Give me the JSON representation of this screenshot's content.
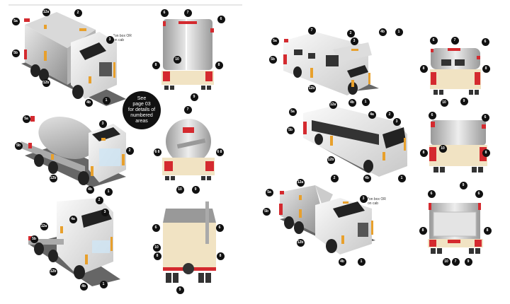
{
  "see_note": {
    "lines": [
      "See",
      "page 03",
      "for details of",
      "numbered",
      "areas"
    ]
  },
  "box_note": "*on box OR on cab",
  "panels": [
    {
      "name": "box-truck-side",
      "callouts": [
        "5a",
        "12a",
        "2",
        "3",
        "5b",
        "12b",
        "4b",
        "1"
      ]
    },
    {
      "name": "box-truck-rear",
      "callouts": [
        "6",
        "7",
        "6",
        "8",
        "10",
        "8",
        "9"
      ]
    },
    {
      "name": "mixer-side",
      "callouts": [
        "5a",
        "3",
        "5b",
        "2",
        "12b",
        "4b",
        "1"
      ]
    },
    {
      "name": "mixer-rear",
      "callouts": [
        "7",
        "6 8",
        "6 8",
        "10",
        "9"
      ]
    },
    {
      "name": "tractor-side",
      "callouts": [
        "2",
        "12a",
        "4a",
        "5b",
        "12b",
        "4b",
        "1",
        "3"
      ]
    },
    {
      "name": "tractor-rear",
      "callouts": [
        "6",
        "6",
        "8",
        "8",
        "10",
        "9"
      ]
    },
    {
      "name": "rv-side",
      "callouts": [
        "7",
        "2",
        "3",
        "5a",
        "5b",
        "12b",
        "4b",
        "1",
        "4b",
        "1"
      ]
    },
    {
      "name": "rv-rear",
      "callouts": [
        "6",
        "7",
        "6",
        "8",
        "8",
        "10",
        "9"
      ]
    },
    {
      "name": "bus-side",
      "callouts": [
        "5a",
        "12a",
        "4a",
        "2",
        "3",
        "5b",
        "12b",
        "4b",
        "1"
      ]
    },
    {
      "name": "bus-rear",
      "callouts": [
        "6",
        "6",
        "8",
        "8",
        "10",
        "9"
      ]
    },
    {
      "name": "dump-truck-side",
      "callouts": [
        "12a",
        "2",
        "5a",
        "3",
        "5b",
        "12b",
        "4b",
        "1"
      ]
    },
    {
      "name": "dump-truck-rear",
      "callouts": [
        "6",
        "6",
        "8",
        "8",
        "10",
        "7",
        "9"
      ]
    }
  ],
  "colors": {
    "marker_red": "#d42a2f",
    "marker_amber": "#e8a02c",
    "bumper": "#f1e3c3",
    "body": "#c9c9c9",
    "callout": "#111111"
  }
}
